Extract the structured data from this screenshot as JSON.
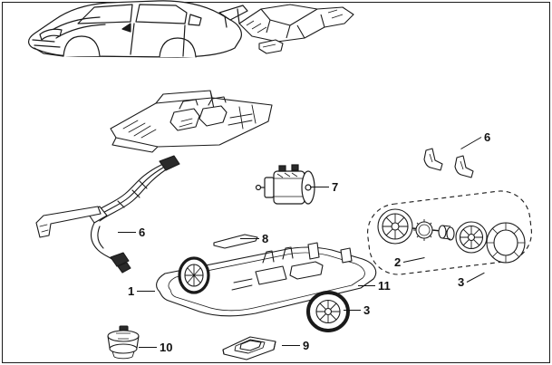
{
  "diagram": {
    "kind": "exploded-parts-diagram",
    "background": "#ffffff",
    "ink": "#1a1a1a",
    "border_color": "#1a1a1a"
  },
  "drawings": [
    "car-body-shell",
    "inner-fender-panel",
    "cockpit-interior-tray",
    "wiring-harness-with-bracket",
    "electric-motor",
    "mounting-clips",
    "spacer-plate",
    "rear-axle-wheel-assembly",
    "chassis-with-wheels",
    "guide-mount",
    "chip-cover-plate"
  ],
  "callouts": [
    {
      "part": "chassis-plate",
      "number": "1"
    },
    {
      "part": "axle-wheel-assembly",
      "number": "2"
    },
    {
      "part": "spare-tire",
      "number": "3"
    },
    {
      "part": "front-wheel",
      "number": "3"
    },
    {
      "part": "wiring-harness",
      "number": "6"
    },
    {
      "part": "body-mounting-clips",
      "number": "6"
    },
    {
      "part": "electric-motor",
      "number": "7"
    },
    {
      "part": "spacer-plate",
      "number": "8"
    },
    {
      "part": "chip-cover-plate",
      "number": "9"
    },
    {
      "part": "guide-mount",
      "number": "10"
    },
    {
      "part": "side-frame",
      "number": "11"
    }
  ]
}
